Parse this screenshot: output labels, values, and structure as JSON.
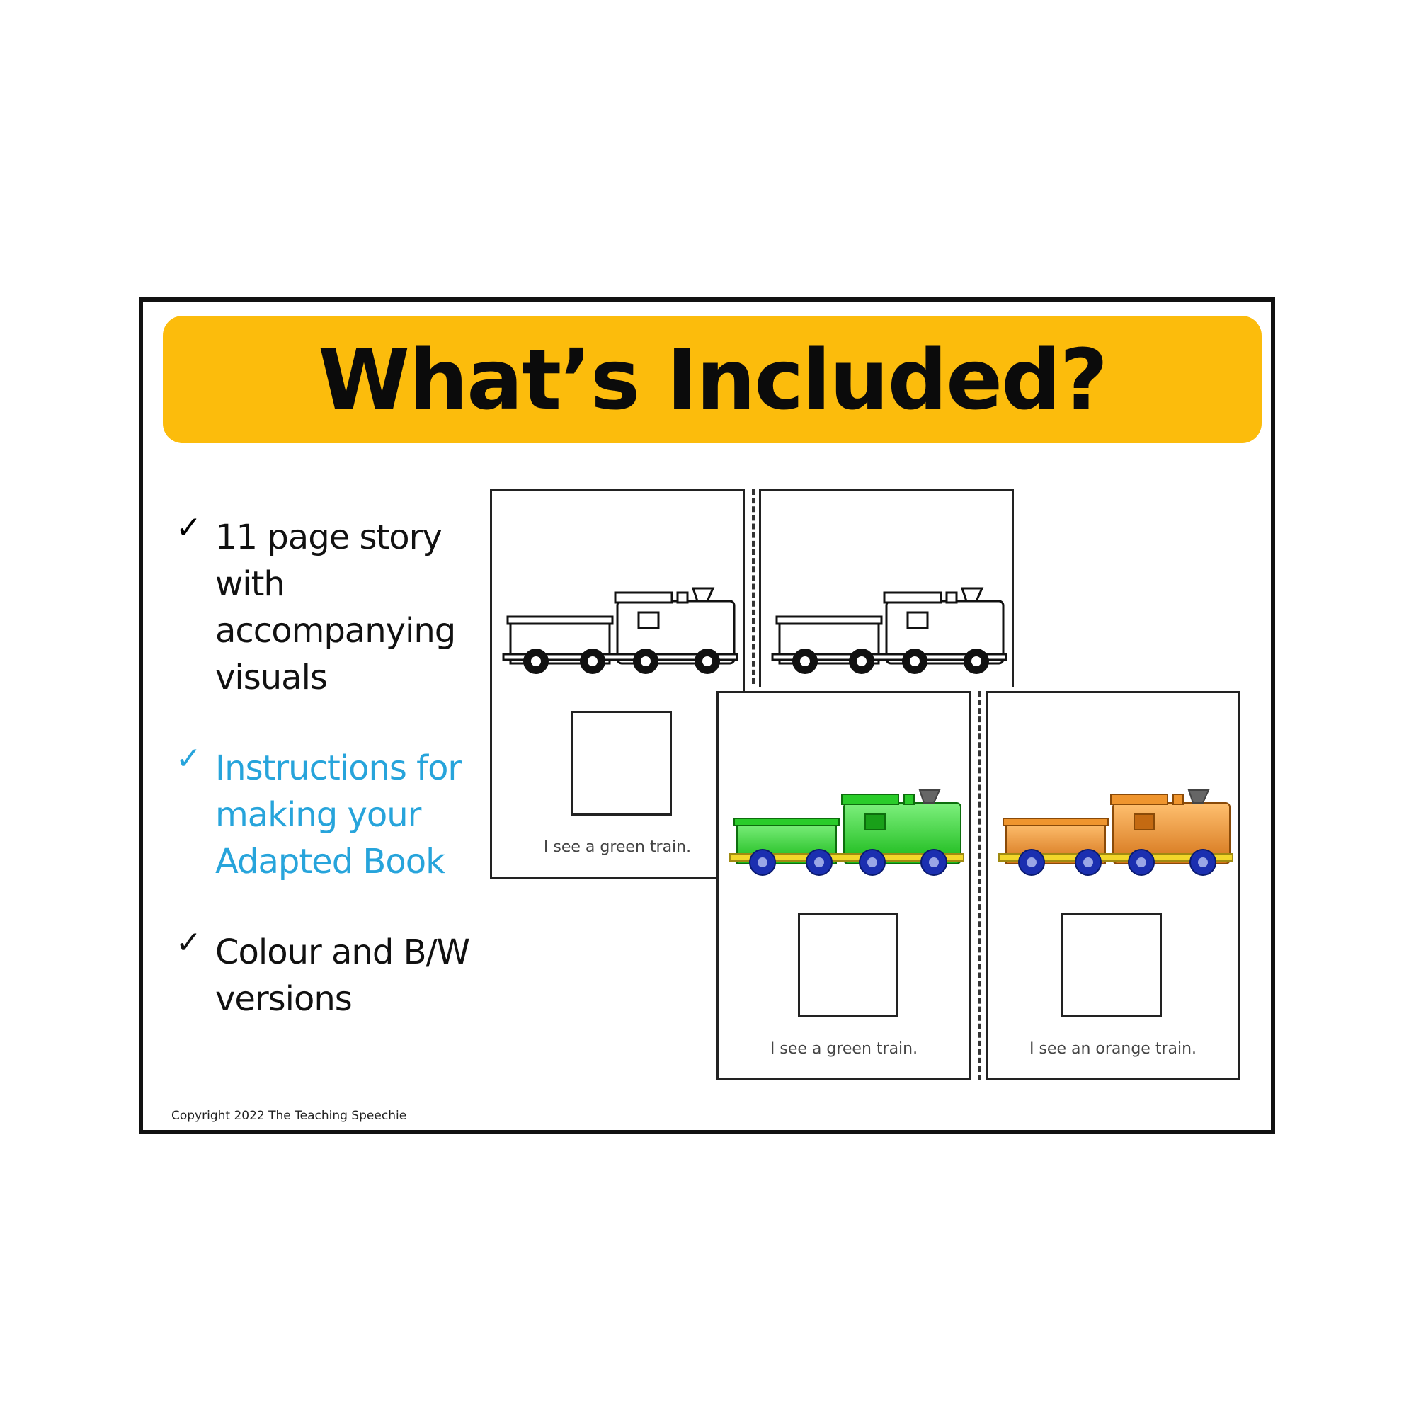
{
  "header": {
    "title": "What’s Included?",
    "banner_color": "#fcbc0c"
  },
  "bullets": [
    {
      "check": "✓",
      "text": "11 page story with accompanying visuals",
      "color": "#111111"
    },
    {
      "check": "✓",
      "text": "Instructions for making your Adapted Book",
      "color": "#27a4db"
    },
    {
      "check": "✓",
      "text": "Colour and B/W versions",
      "color": "#111111"
    }
  ],
  "pages": {
    "bw_left": {
      "caption": "I see a green train."
    },
    "color_left": {
      "caption": "I see a green train.",
      "train_color": "#22dd22",
      "train_dark": "#16a016"
    },
    "color_right": {
      "caption": "I see an orange train.",
      "train_color": "#f0902a",
      "train_dark": "#c46a12"
    }
  },
  "icons": {
    "train": "train-icon",
    "check": "check-icon"
  },
  "footer": {
    "copyright": "Copyright 2022 The Teaching Speechie"
  }
}
